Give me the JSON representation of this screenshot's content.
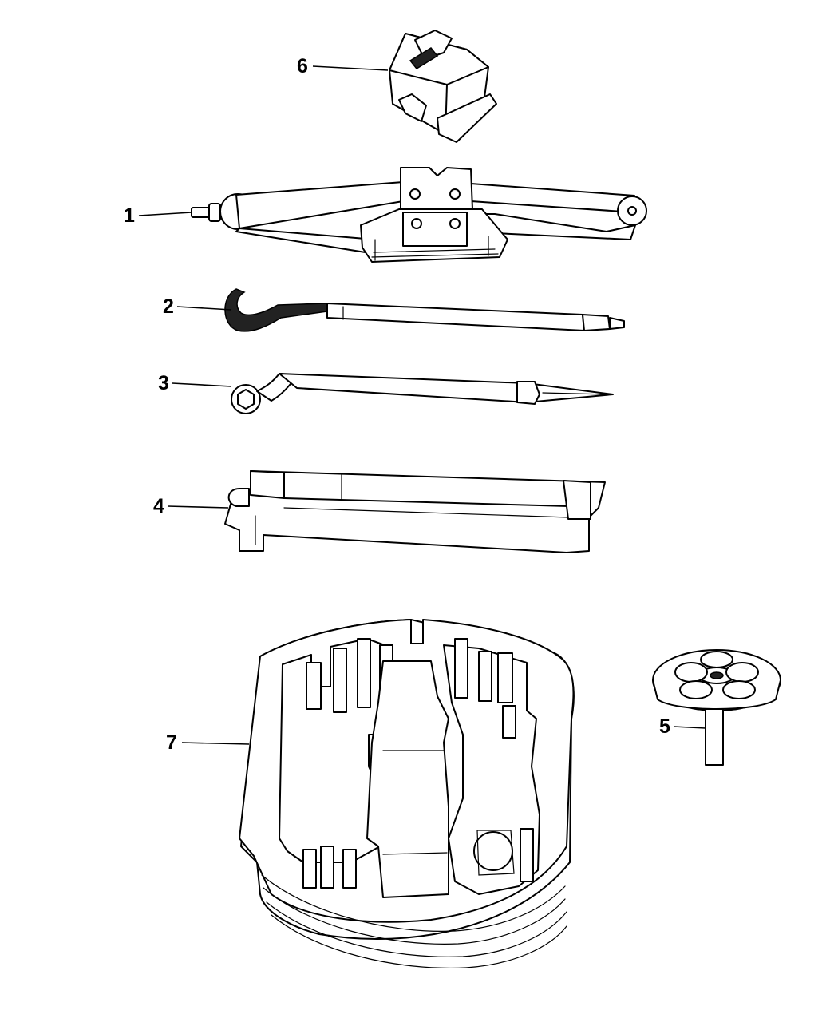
{
  "callouts": {
    "c1": "1",
    "c2": "2",
    "c3": "3",
    "c4": "4",
    "c5": "5",
    "c6": "6",
    "c7": "7"
  },
  "colors": {
    "ink": "#000000",
    "paper": "#ffffff"
  }
}
